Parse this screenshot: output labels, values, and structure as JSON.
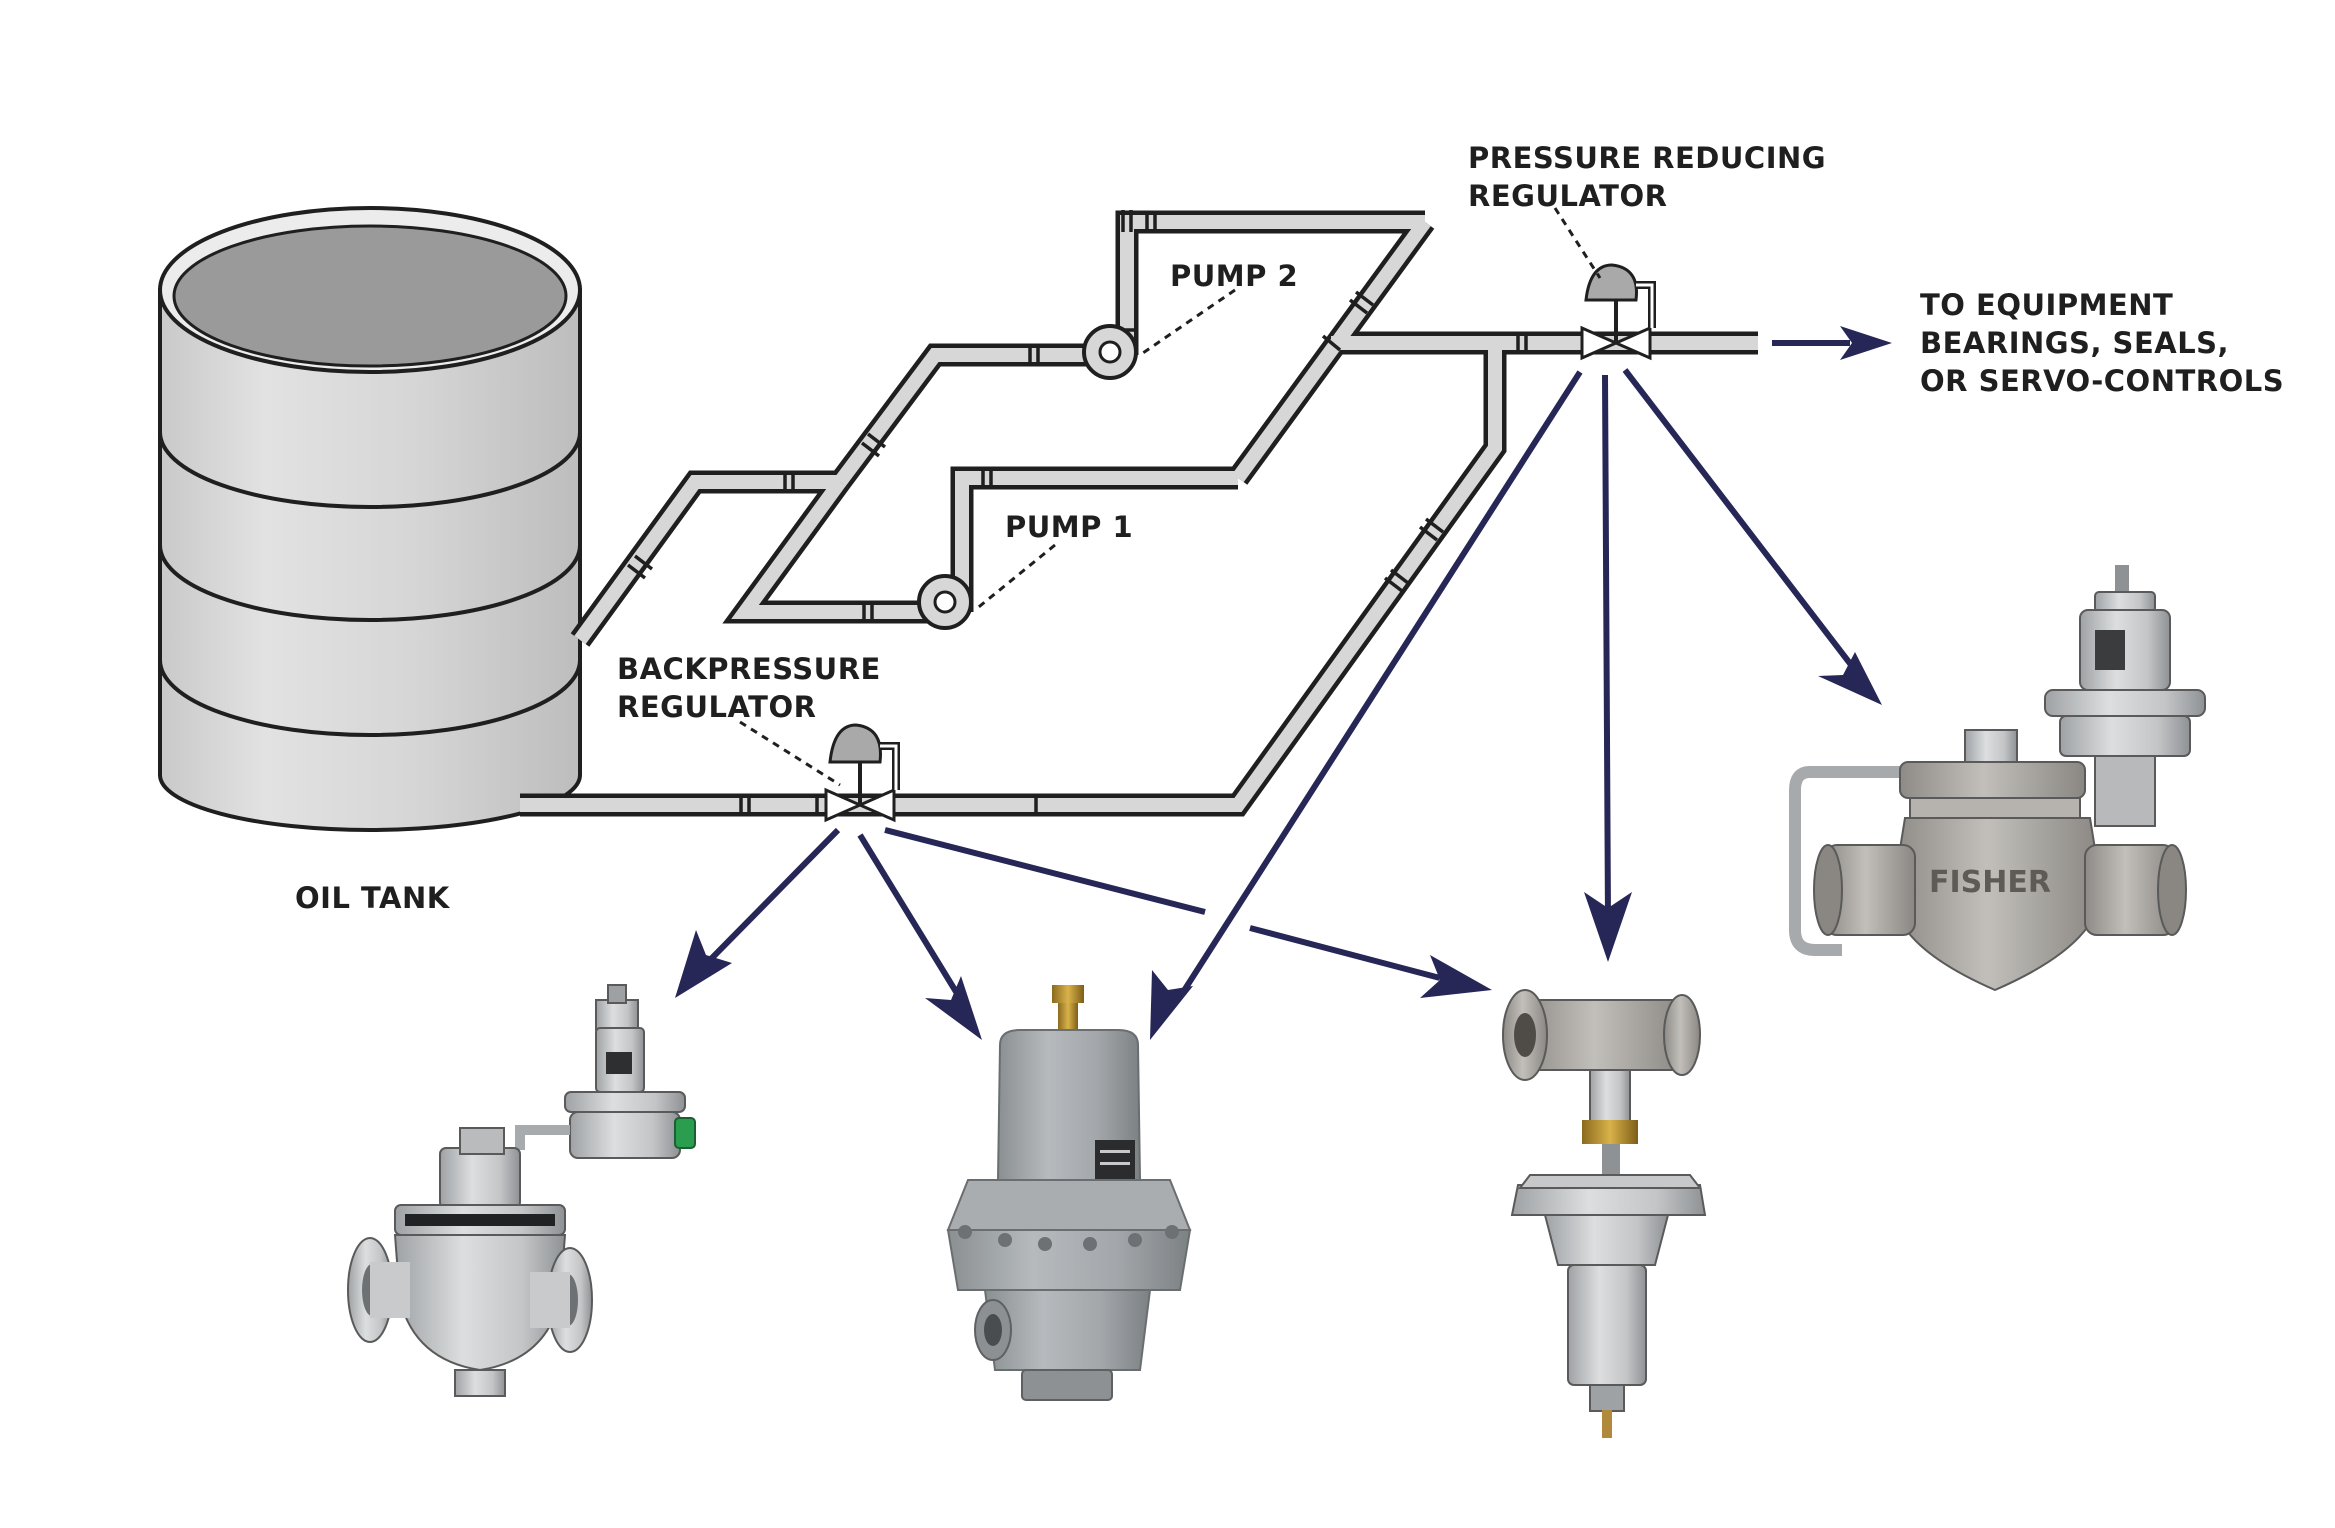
{
  "diagram": {
    "labels": {
      "pressure_reducing_line1": "PRESSURE REDUCING",
      "pressure_reducing_line2": "REGULATOR",
      "pump2": "PUMP 2",
      "pump1": "PUMP 1",
      "backpressure_line1": "BACKPRESSURE",
      "backpressure_line2": "REGULATOR",
      "oil_tank": "OIL TANK",
      "to_equipment_line1": "TO EQUIPMENT",
      "to_equipment_line2": "BEARINGS, SEALS,",
      "to_equipment_line3": "OR SERVO-CONTROLS"
    },
    "product_photos": {
      "brand_plate": "FISHER"
    },
    "colors": {
      "pipe_fill": "#d7d7d7",
      "outline": "#1f1f1f",
      "arrow": "#262657",
      "regulator_gray": "#9ea3a6",
      "stainless": "#c4c6c8"
    }
  }
}
